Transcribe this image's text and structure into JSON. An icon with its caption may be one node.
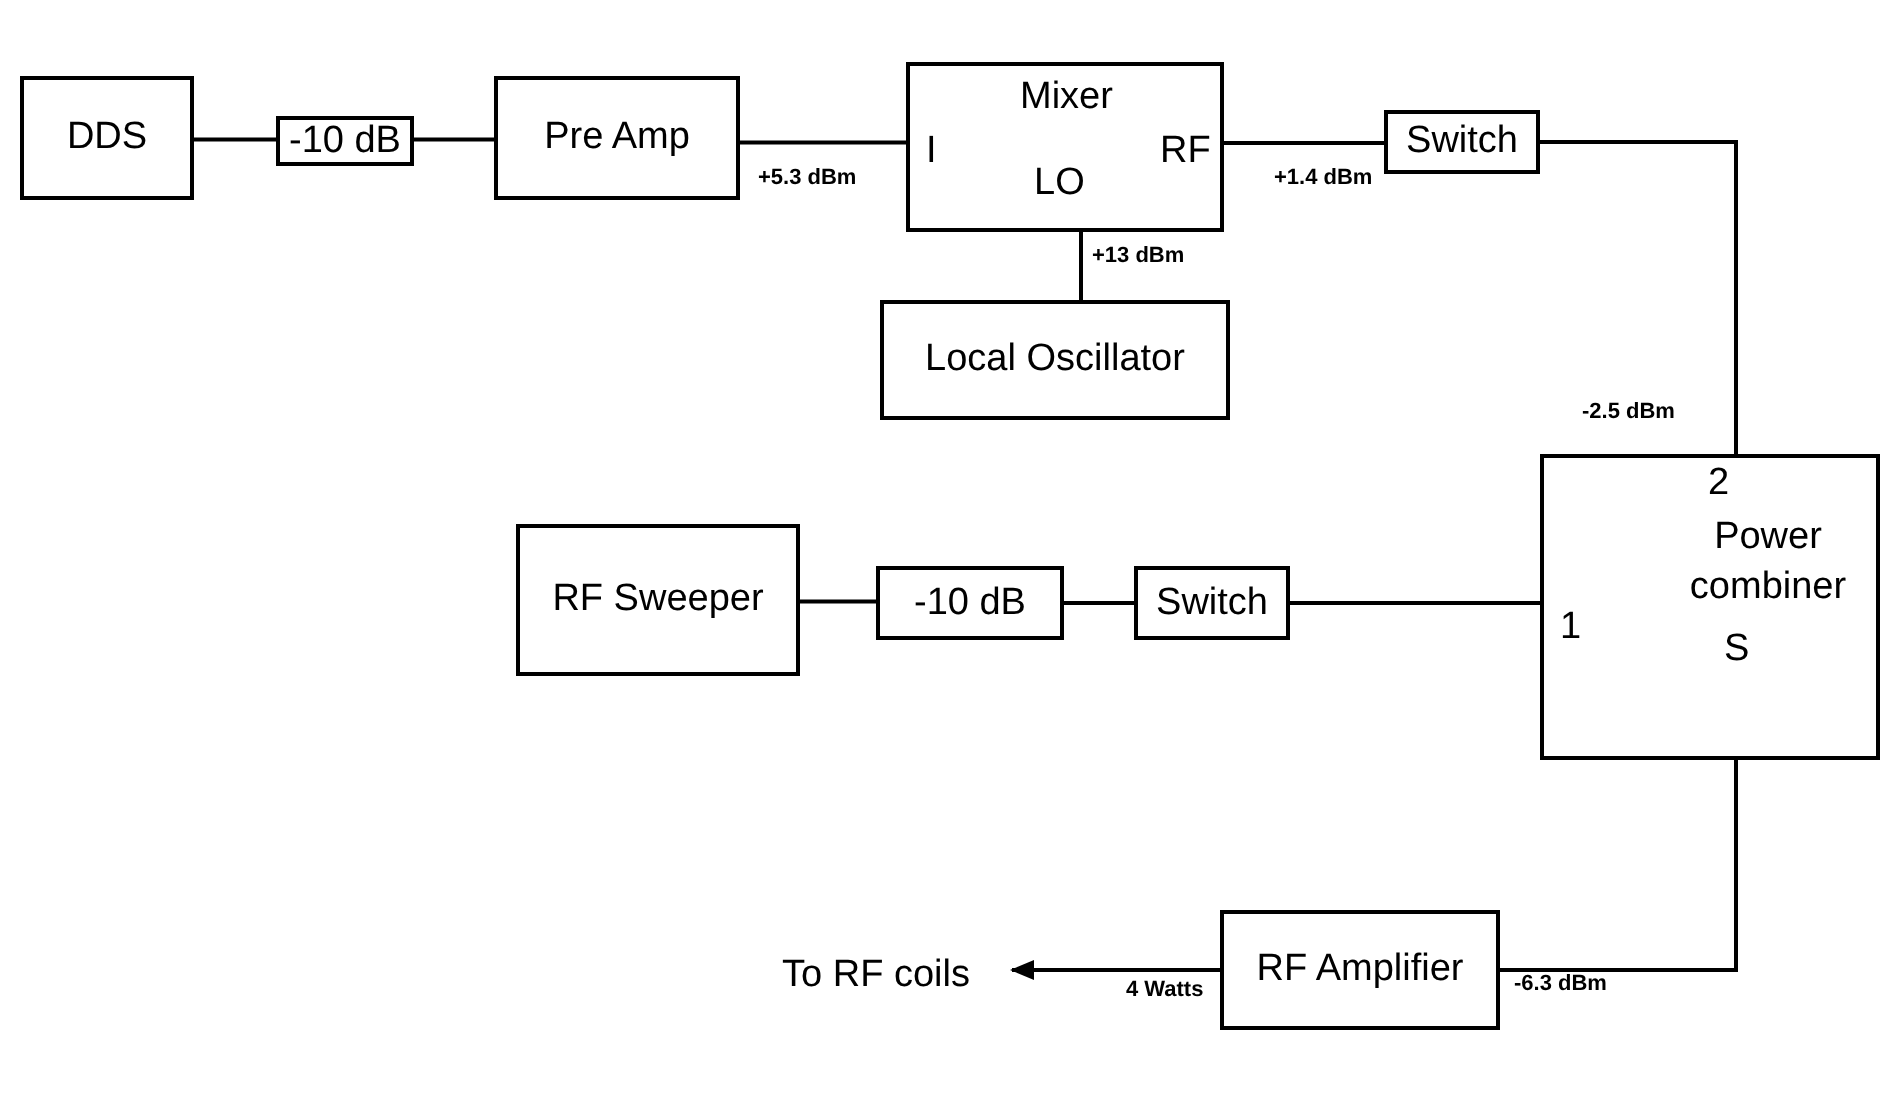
{
  "diagram": {
    "nodes": [
      {
        "text": [
          "DDS"
        ]
      },
      {
        "text": [
          "-10 dB"
        ]
      },
      {
        "text": [
          "Pre Amp"
        ]
      },
      {
        "text": [
          "Mixer",
          "I",
          "RF",
          "LO"
        ]
      },
      {
        "text": [
          "Local Oscillator"
        ]
      },
      {
        "text": [
          "Switch"
        ]
      },
      {
        "text": [
          "2",
          "Power combiner",
          "1",
          "S"
        ]
      },
      {
        "text": [
          "RF Sweeper"
        ]
      },
      {
        "text": [
          "-10 dB"
        ]
      },
      {
        "text": [
          "Switch"
        ]
      },
      {
        "text": [
          "RF Amplifier"
        ]
      },
      {
        "text": [
          "To RF coils"
        ]
      }
    ],
    "edges": [
      {
        "from": 0,
        "to": 1,
        "arrow": "none"
      },
      {
        "from": 1,
        "to": 2,
        "arrow": "none"
      },
      {
        "from": 2,
        "to": 3,
        "arrow": "none",
        "label": "+5.3 dBm"
      },
      {
        "from": 4,
        "to": 3,
        "arrow": "none",
        "label": "+13 dBm"
      },
      {
        "from": 3,
        "to": 5,
        "arrow": "none",
        "label": "+1.4 dBm"
      },
      {
        "from": 5,
        "to": 6,
        "arrow": "none",
        "label": "-2.5 dBm"
      },
      {
        "from": 7,
        "to": 8,
        "arrow": "none"
      },
      {
        "from": 8,
        "to": 9,
        "arrow": "none"
      },
      {
        "from": 9,
        "to": 6,
        "arrow": "none"
      },
      {
        "from": 6,
        "to": 10,
        "arrow": "none",
        "label": "-6.3 dBm"
      },
      {
        "from": 10,
        "to": 11,
        "arrow": "to",
        "label": "4 Watts"
      }
    ]
  }
}
